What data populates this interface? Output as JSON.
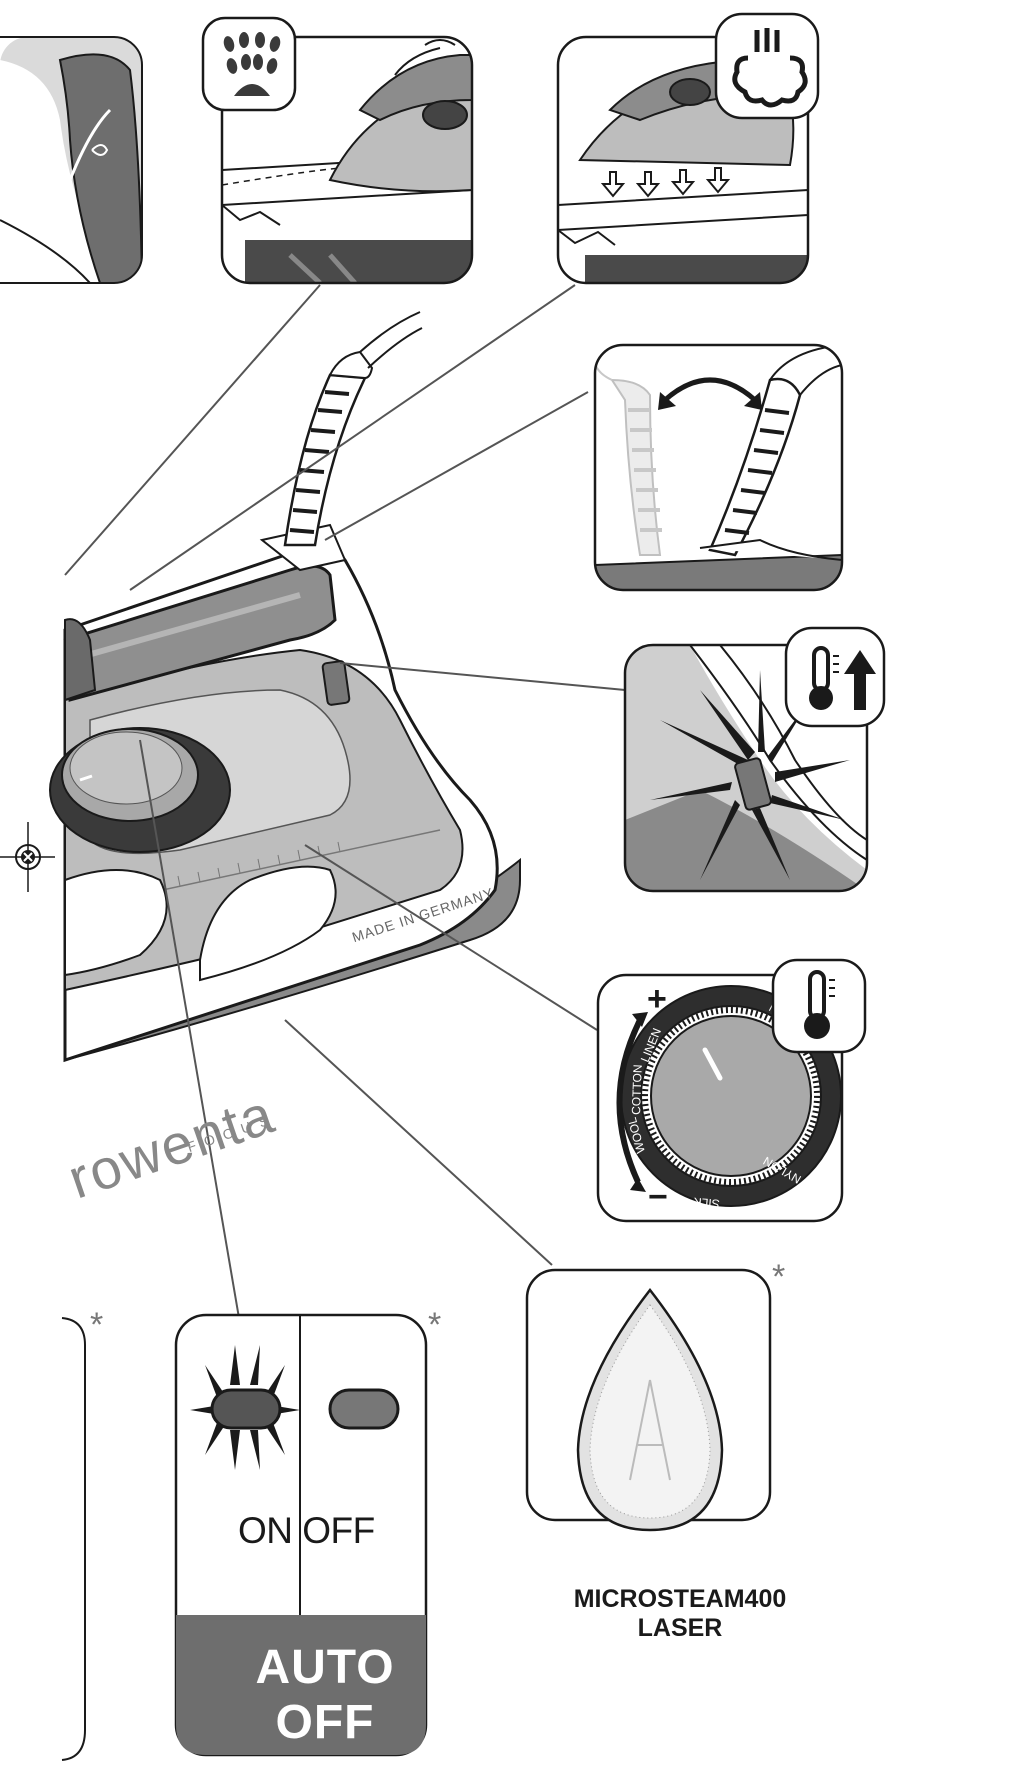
{
  "panels": {
    "auto_off": {
      "state_label": "ON OFF",
      "title": "AUTO OFF",
      "asterisk": "*"
    },
    "soleplate": {
      "line1": "MICROSTEAM400",
      "line2": "LASER",
      "asterisk": "*"
    },
    "partial_left": {
      "asterisk": "*"
    },
    "temperature_dial": {
      "plus": "+",
      "minus": "−",
      "settings": [
        "MIN",
        "LINEN",
        "COTTON",
        "WOOL",
        "SILK",
        "NYLON"
      ]
    }
  },
  "iron_body": {
    "brand": "rowenta",
    "model": "FOCUS",
    "made_in": "MADE IN GERMANY"
  },
  "icons": [
    "spray-icon",
    "steam-burst-icon",
    "cord-swivel-icon",
    "thermometer-up-icon",
    "thermometer-icon",
    "registration-mark-icon"
  ],
  "colors": {
    "line": "#1a1a1a",
    "dark_gray": "#6e6e6e",
    "mid_gray": "#9a9a9a",
    "light_gray": "#cfcfcf",
    "panel_bg": "#ffffff"
  }
}
